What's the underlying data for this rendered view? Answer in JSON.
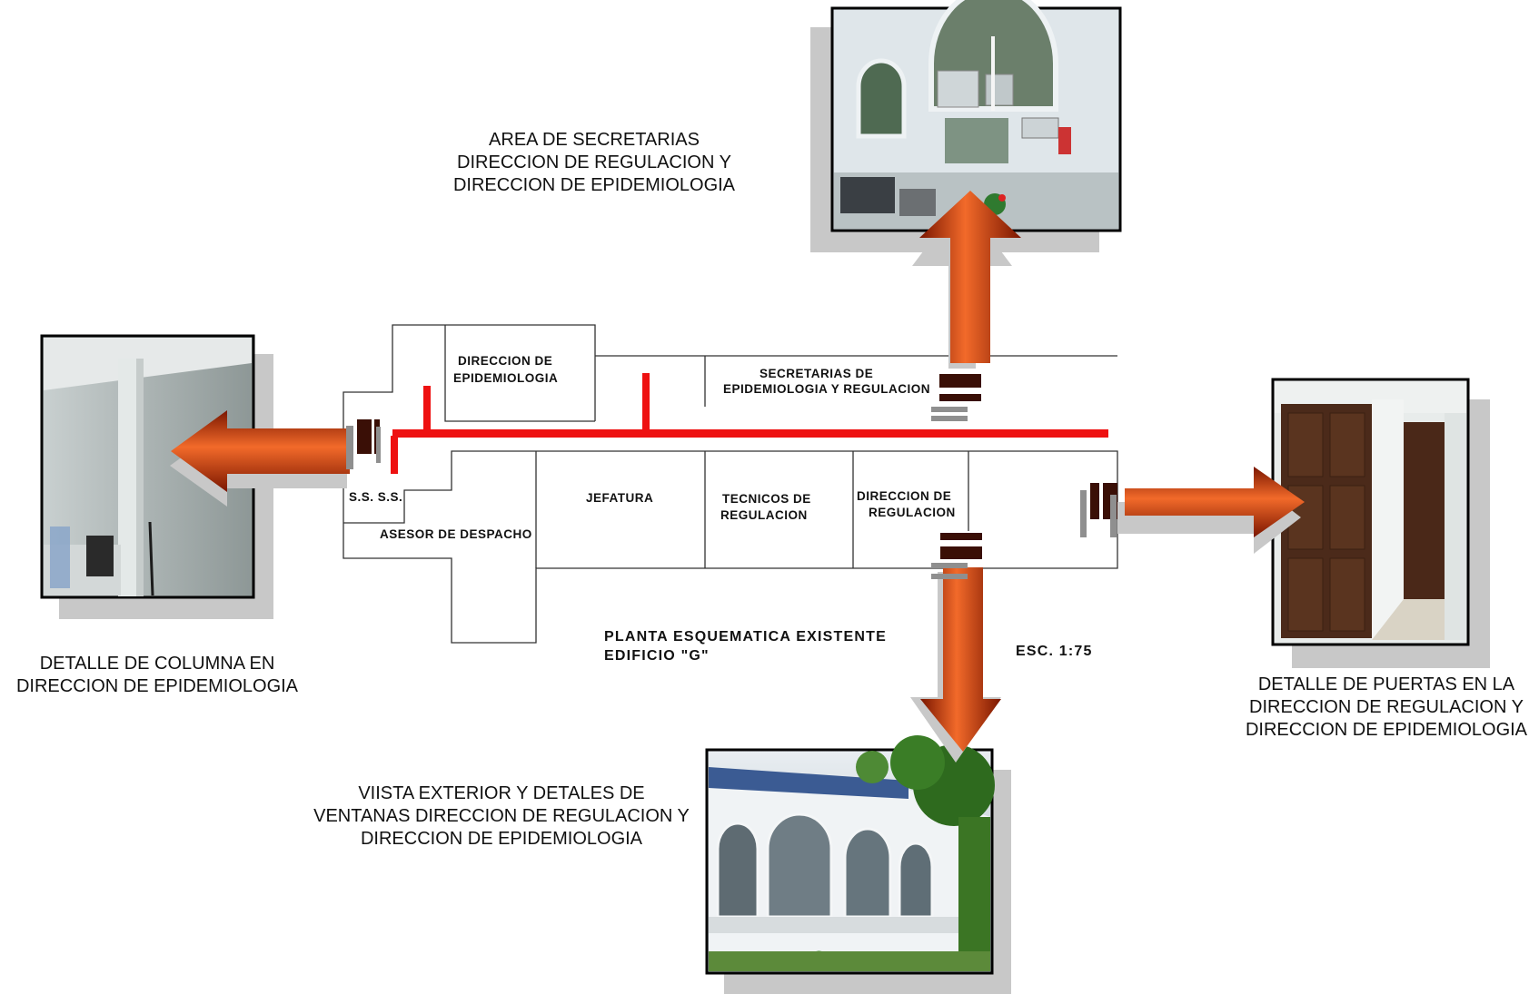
{
  "photos": {
    "top": {
      "caption": [
        "AREA DE SECRETARIAS",
        "DIRECCION DE REGULACION Y",
        "DIRECCION DE EPIDEMIOLOGIA"
      ],
      "icon": "office-interior-windows-photo"
    },
    "left": {
      "caption": [
        "DETALLE DE COLUMNA EN",
        "DIRECCION DE EPIDEMIOLOGIA"
      ],
      "icon": "column-interior-photo"
    },
    "right": {
      "caption": [
        "DETALLE DE PUERTAS EN LA",
        "DIRECCION DE REGULACION Y",
        "DIRECCION DE EPIDEMIOLOGIA"
      ],
      "icon": "wooden-doors-photo"
    },
    "bottom": {
      "caption": [
        "VIISTA EXTERIOR Y DETALES DE",
        "VENTANAS DIRECCION DE REGULACION Y",
        "DIRECCION DE EPIDEMIOLOGIA"
      ],
      "icon": "building-exterior-arched-windows-photo"
    }
  },
  "plan": {
    "rooms": {
      "direccion_epidemiologia": [
        "DIRECCION DE",
        "EPIDEMIOLOGIA"
      ],
      "secretarias": [
        "SECRETARIAS DE",
        "EPIDEMIOLOGIA Y REGULACION"
      ],
      "ssss": "S.S. S.S.",
      "asesor": "ASESOR DE DESPACHO",
      "jefatura": "JEFATURA",
      "tecnicos": [
        "TECNICOS DE",
        "REGULACION"
      ],
      "direccion_regulacion": [
        "DIRECCION DE",
        "REGULACION"
      ]
    },
    "title": [
      "PLANTA ESQUEMATICA EXISTENTE",
      "EDIFICIO \"G\""
    ],
    "scale": "ESC. 1:75"
  },
  "colors": {
    "corridor": "#ee1111",
    "arrow_light": "#f26a2a",
    "arrow_dark": "#7a1600",
    "door_dark": "#3a0f06",
    "shadow": "#c8c8c8"
  }
}
